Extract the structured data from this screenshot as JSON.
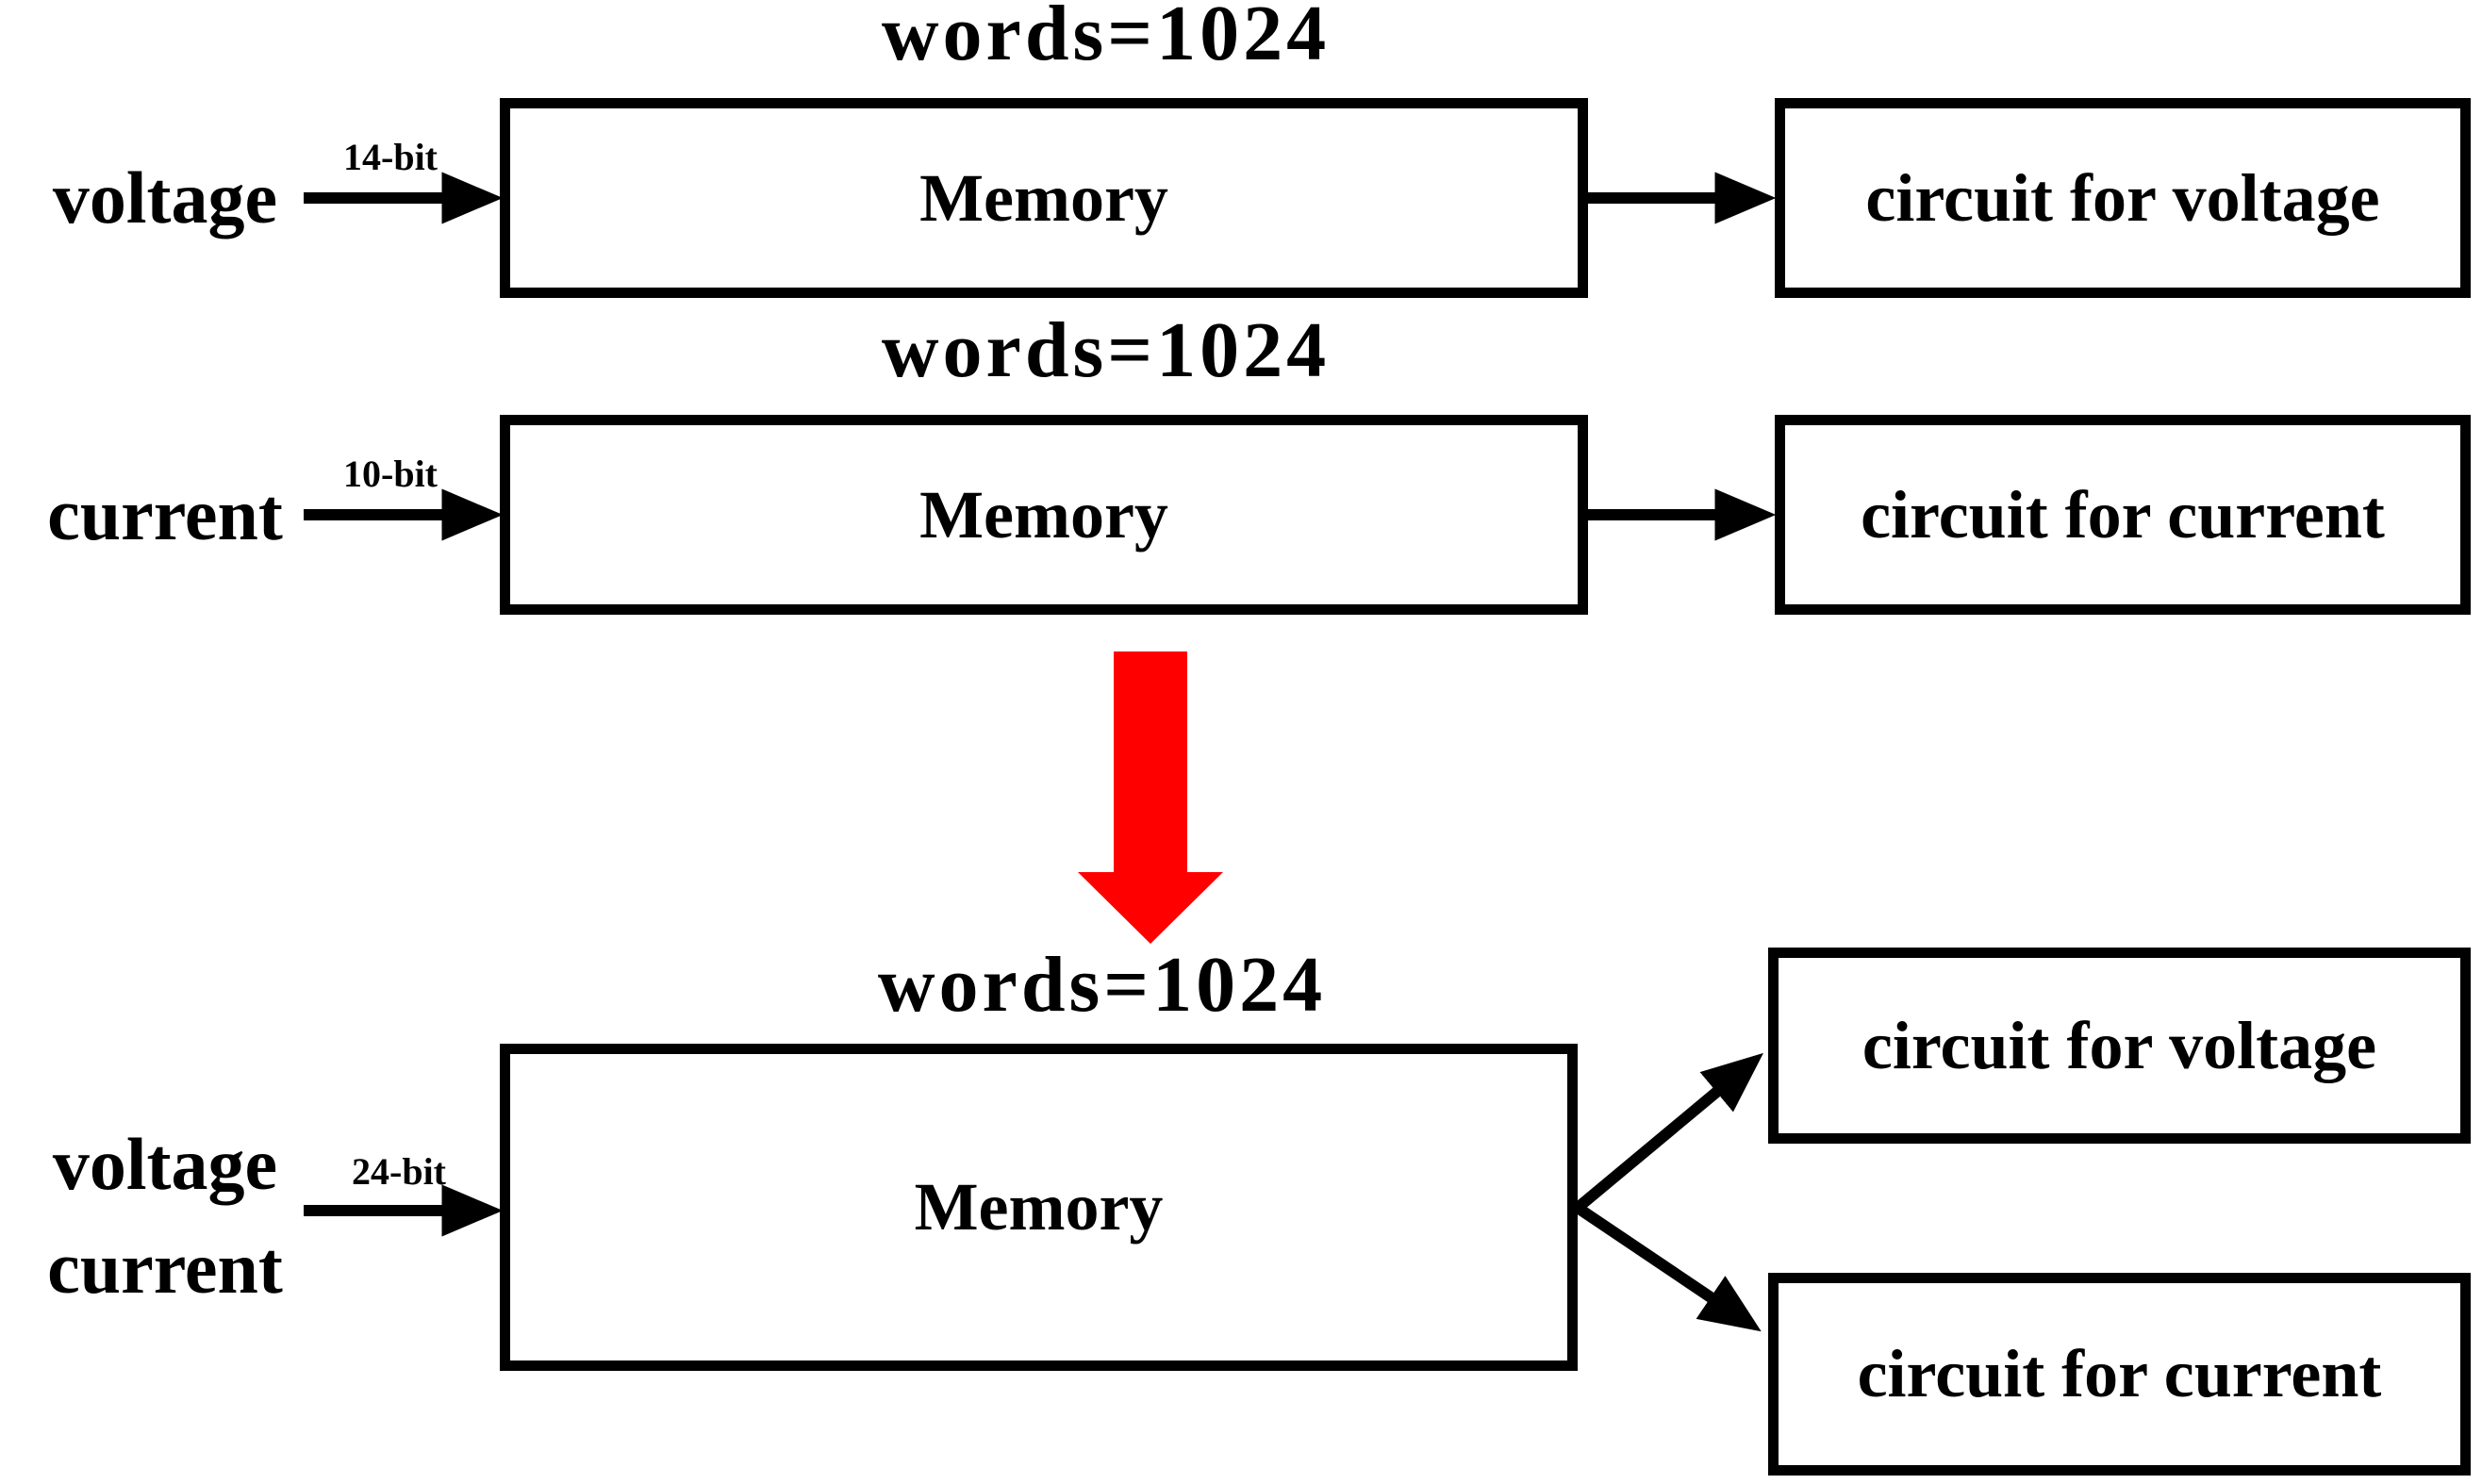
{
  "figure": {
    "background_color": "#ffffff",
    "ink_color": "#000000",
    "merge_arrow_color": "#fe0000"
  },
  "before": {
    "voltage_path": {
      "words_label": "words=1024",
      "input_label": "voltage",
      "bus_label": "14-bit",
      "memory_label": "Memory",
      "circuit_label": "circuit for voltage"
    },
    "current_path": {
      "words_label": "words=1024",
      "input_label": "current",
      "bus_label": "10-bit",
      "memory_label": "Memory",
      "circuit_label": "circuit for current"
    }
  },
  "after": {
    "combined_path": {
      "words_label": "words=1024",
      "input_label_line1": "voltage",
      "input_label_line2": "current",
      "bus_label": "24-bit",
      "memory_label": "Memory",
      "circuit_voltage_label": "circuit for voltage",
      "circuit_current_label": "circuit for current"
    }
  }
}
